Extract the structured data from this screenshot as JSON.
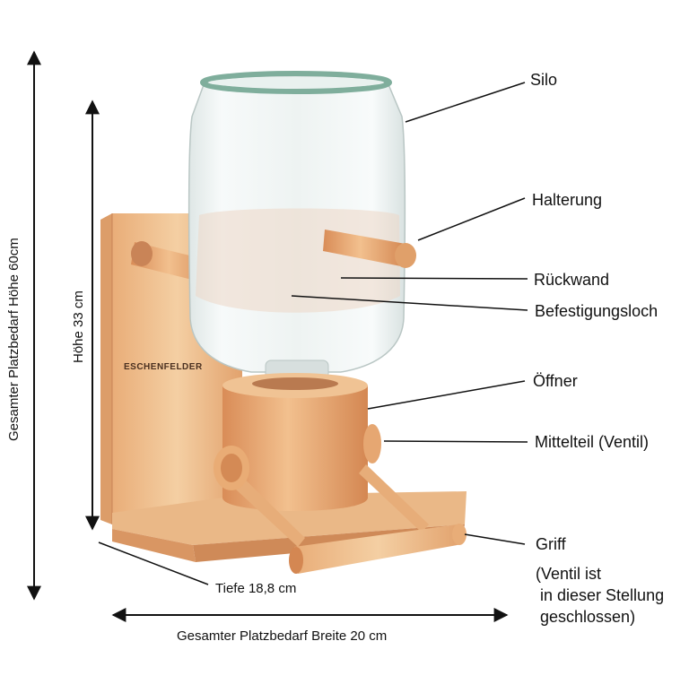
{
  "labels": {
    "silo": "Silo",
    "halterung": "Halterung",
    "rueckwand": "Rückwand",
    "befestigungsloch": "Befestigungsloch",
    "oeffner": "Öffner",
    "mittelteil": "Mittelteil (Ventil)",
    "griff": "Griff",
    "griff_note_1": "(Ventil ist",
    "griff_note_2": "in dieser Stellung",
    "griff_note_3": "geschlossen)"
  },
  "dimensions": {
    "total_height": "Gesamter Platzbedarf Höhe 60cm",
    "height": "Höhe 33 cm",
    "depth": "Tiefe 18,8 cm",
    "total_width": "Gesamter Platzbedarf Breite 20 cm"
  },
  "brand": "ESCHENFELDER",
  "colors": {
    "wood_light": "#f2c79a",
    "wood_mid": "#e4a472",
    "wood_dark": "#c98457",
    "glass": "#e6efef",
    "glass_rim": "#7fae9c",
    "line": "#111111"
  }
}
